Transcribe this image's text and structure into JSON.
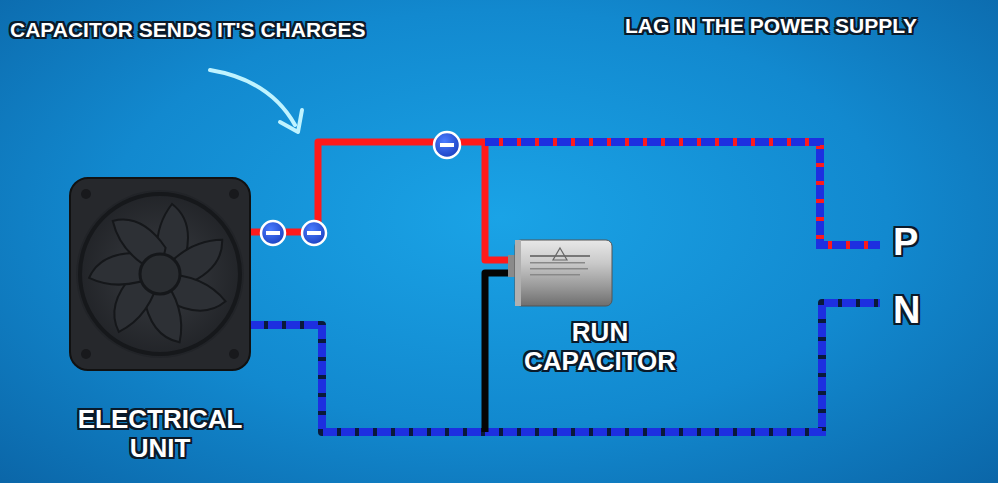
{
  "diagram": {
    "labels": [
      "CAPACITOR SENDS IT'S CHARGES",
      "LAG IN THE POWER SUPPLY",
      "ELECTRICAL UNIT",
      "RUN CAPACITOR",
      "P",
      "N"
    ]
  }
}
